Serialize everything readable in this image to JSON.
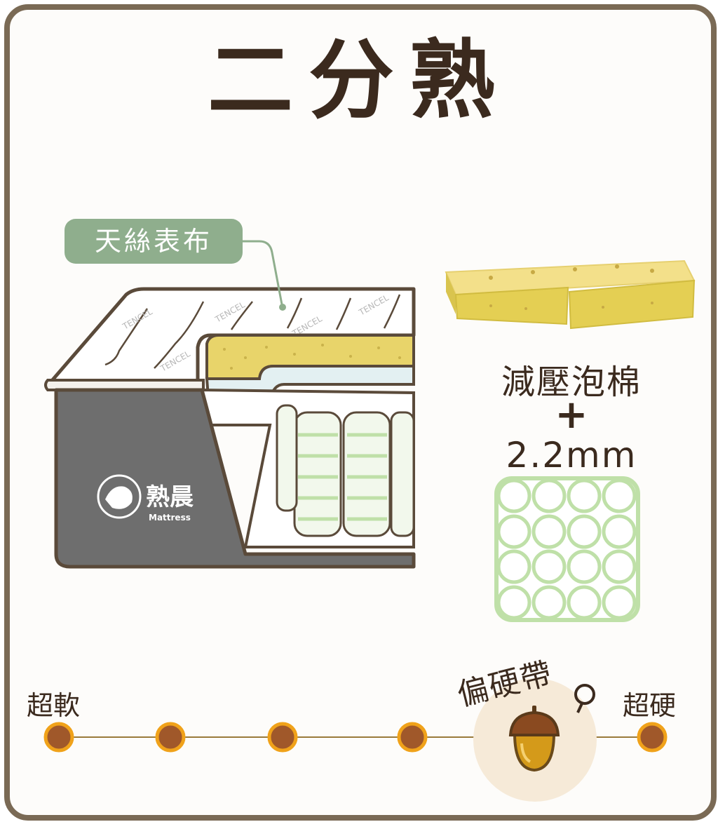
{
  "title": "二分熟",
  "fabric_label": "天絲表布",
  "fabric_brand": "TENCEL",
  "brand": {
    "name": "熟晨",
    "sub": "Mattress"
  },
  "foam_label": "減壓泡棉",
  "plus_label": "+",
  "coil_label": "2.2mm",
  "scale": {
    "soft_label": "超軟",
    "hard_label": "超硬",
    "current_label": "偏硬帶",
    "levels": 6,
    "current_level": 5
  },
  "colors": {
    "border": "#7a6a55",
    "title": "#3b2a1e",
    "pill": "#8fae8d",
    "foam": "#e8d46a",
    "coil": "#bfe0a8",
    "dot": "#a0582a",
    "dot_ring": "#f0a21a",
    "base": "#6e6e6e"
  }
}
